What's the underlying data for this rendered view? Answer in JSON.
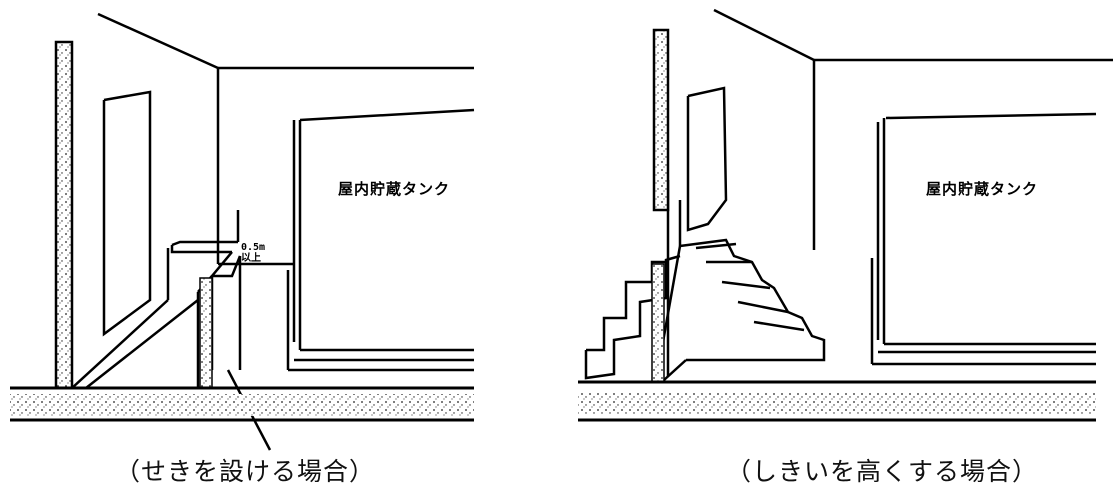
{
  "left_figure": {
    "tank_label": "屋内貯蔵タンク",
    "dimension_line1": "0.5m",
    "dimension_line2": "以上",
    "caption": "（せきを設ける場合）"
  },
  "right_figure": {
    "tank_label": "屋内貯蔵タンク",
    "caption": "（しきいを高くする場合）"
  }
}
